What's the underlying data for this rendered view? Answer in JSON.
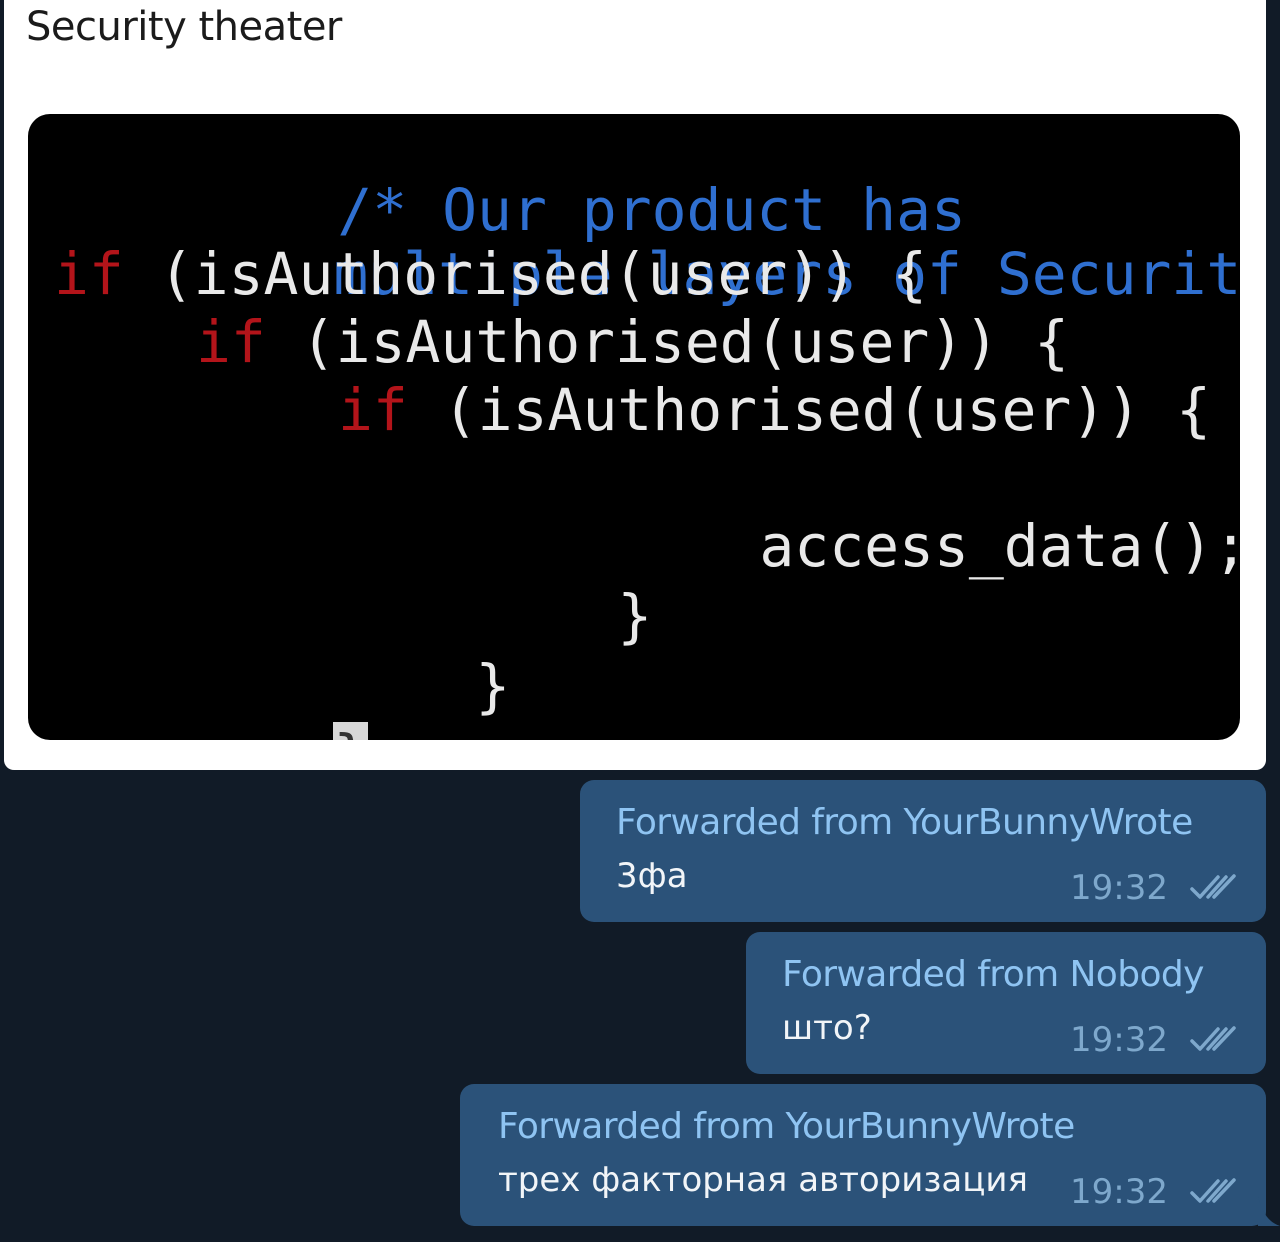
{
  "post": {
    "title": "Security theater",
    "code": {
      "comment_line_1": "/* Our product has",
      "comment_line_2": "multiple layers of Security */",
      "keyword": "if",
      "condition": "(isAuthorised(user)) {",
      "call": "access_data();",
      "close_brace": "}"
    }
  },
  "messages": [
    {
      "forwarded_from": "Forwarded from YourBunnyWrote",
      "text": "3фа",
      "time": "19:32",
      "status_icon": "double-check-icon"
    },
    {
      "forwarded_from": "Forwarded from Nobody",
      "text": "што?",
      "time": "19:32",
      "status_icon": "double-check-icon"
    },
    {
      "forwarded_from": "Forwarded from YourBunnyWrote",
      "text": "трех факторная авторизация",
      "time": "19:32",
      "status_icon": "double-check-icon"
    }
  ],
  "colors": {
    "chat_background": "#111b27",
    "outgoing_bubble": "#2b5279",
    "forward_label": "#8fc4f2",
    "time": "#7ea8cc"
  }
}
